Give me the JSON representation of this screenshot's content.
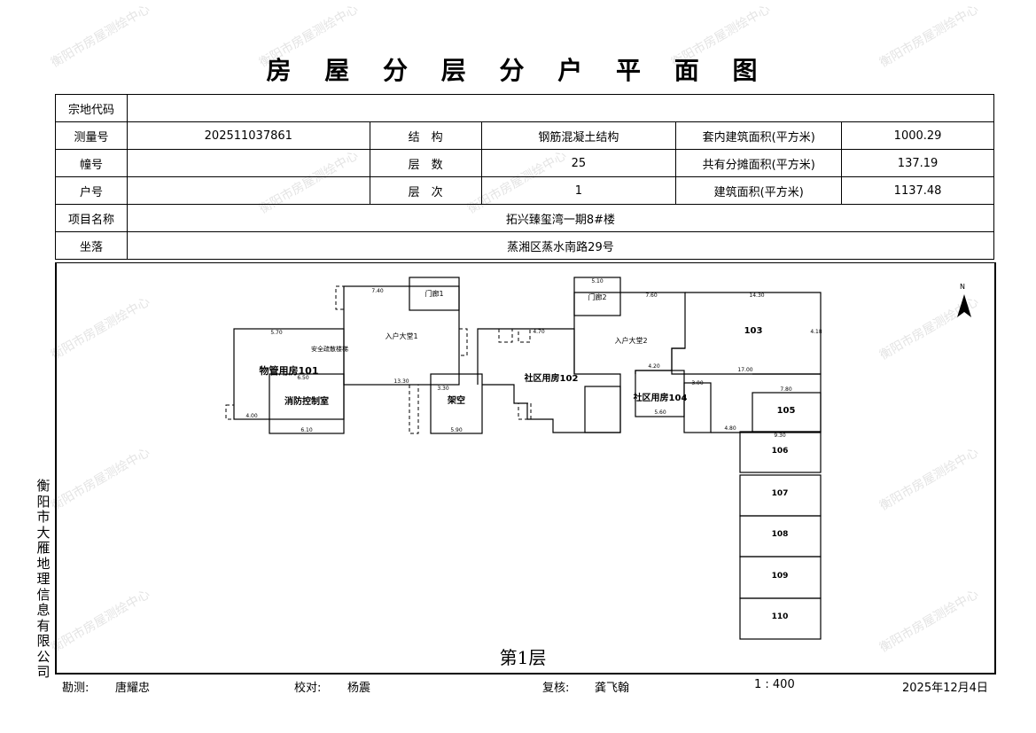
{
  "title": "房 屋 分 层 分 户 平 面 图",
  "watermark": "衡阳市房屋测绘中心",
  "info": {
    "parcel_code_label": "宗地代码",
    "parcel_code": "",
    "survey_no_label": "测量号",
    "survey_no": "202511037861",
    "structure_label": "结　构",
    "structure": "钢筋混凝土结构",
    "inner_area_label": "套内建筑面积(平方米)",
    "inner_area": "1000.29",
    "building_no_label": "幢号",
    "building_no": "",
    "floors_label": "层　数",
    "floors": "25",
    "shared_area_label": "共有分摊面积(平方米)",
    "shared_area": "137.19",
    "unit_no_label": "户号",
    "unit_no": "",
    "floor_level_label": "层　次",
    "floor_level": "1",
    "building_area_label": "建筑面积(平方米)",
    "building_area": "1137.48",
    "project_label": "项目名称",
    "project": "拓兴臻玺湾一期8#楼",
    "location_label": "坐落",
    "location": "蒸湘区蒸水南路29号"
  },
  "plan": {
    "rooms": {
      "r101": "物管用房101",
      "fire": "消防控制室",
      "lobby1": "入户大堂1",
      "porch1": "门廊1",
      "open": "架空",
      "r102": "社区用房102",
      "lobby2": "入户大堂2",
      "porch2": "门廊2",
      "r103": "103",
      "r104": "社区用房104",
      "r105": "105",
      "r106": "106",
      "r107": "107",
      "r108": "108",
      "r109": "109",
      "r110": "110",
      "fire_sub": "安全疏散楼梯"
    },
    "dims": {
      "d1": "5.70",
      "d2": "7.40",
      "d3": "13.30",
      "d4": "5.10",
      "d5": "7.60",
      "d6": "14.30",
      "d7": "17.00",
      "d8": "7.80",
      "d9": "9.30",
      "d10": "4.70",
      "d11": "5.90",
      "d12": "6.10",
      "d13": "6.50",
      "d14": "4.00",
      "d15": "3.30",
      "d16": "3.00",
      "d17": "5.60",
      "d18": "4.80",
      "d19": "4.20",
      "d20": "4.18"
    },
    "north": "N",
    "floor_label": "第1层"
  },
  "side_company": "衡阳市大雁地理信息有限公司",
  "footer": {
    "surveyor_label": "勘测:",
    "surveyor": "唐耀忠",
    "checker_label": "校对:",
    "checker": "杨震",
    "reviewer_label": "复核:",
    "reviewer": "龚飞翰",
    "scale": "1 : 400",
    "date": "2025年12月4日"
  }
}
